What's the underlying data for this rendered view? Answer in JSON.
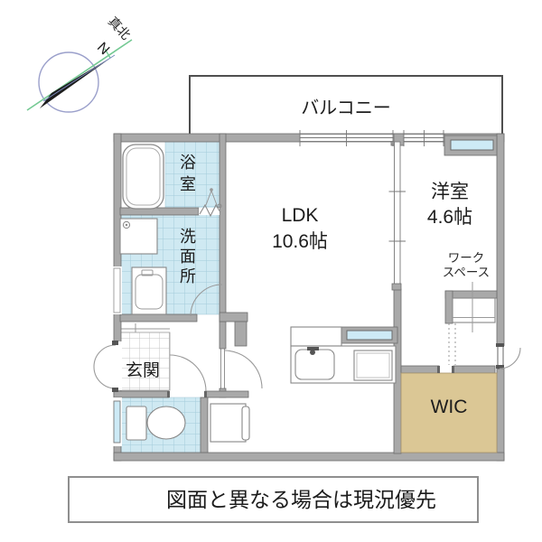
{
  "compass": {
    "n_label": "N",
    "north_label": "真北"
  },
  "rooms": {
    "balcony": {
      "label": "バルコニー"
    },
    "bathroom": {
      "label": "浴室"
    },
    "washroom": {
      "label": "洗面所"
    },
    "ldk": {
      "label": "LDK",
      "size": "10.6帖"
    },
    "western_room": {
      "label": "洋室",
      "size": "4.6帖"
    },
    "workspace": {
      "label_line1": "ワーク",
      "label_line2": "スペース"
    },
    "wic": {
      "label": "WIC"
    },
    "entrance": {
      "label": "玄関"
    }
  },
  "disclaimer": {
    "text": "図面と異なる場合は現況優先"
  },
  "colors": {
    "wall": "#a9a9a9",
    "tile_floor": "#cfe9f2",
    "wic_floor": "#dbc795",
    "window_glass": "#cdeaf6",
    "compass_green": "#74c993"
  }
}
